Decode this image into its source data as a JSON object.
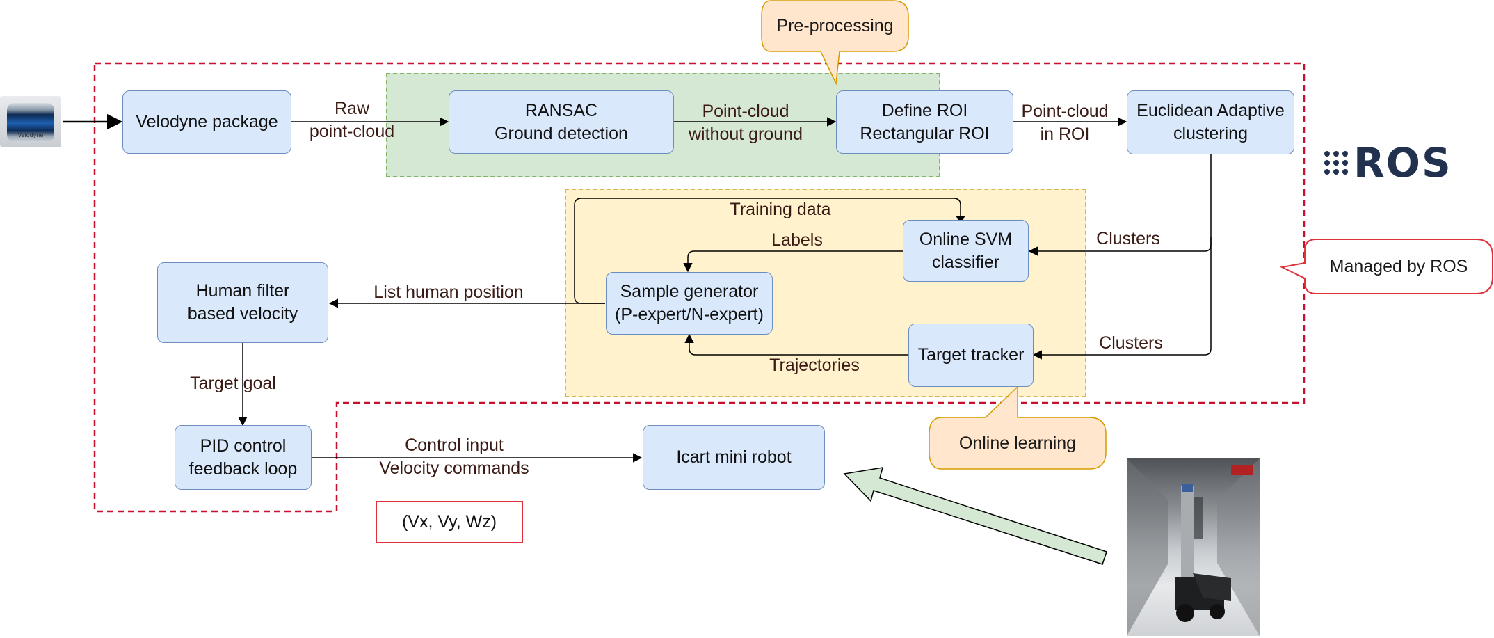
{
  "sensor": {
    "brand": "Velodyne"
  },
  "nodes": {
    "velodyne": [
      "Velodyne package"
    ],
    "ransac": [
      "RANSAC",
      "Ground detection"
    ],
    "roi": [
      "Define ROI",
      "Rectangular ROI"
    ],
    "euclid": [
      "Euclidean Adaptive",
      "clustering"
    ],
    "svm": [
      "Online SVM",
      "classifier"
    ],
    "sample": [
      "Sample generator",
      "(P-expert/N-expert)"
    ],
    "tracker": [
      "Target tracker"
    ],
    "human": [
      "Human filter",
      "based velocity"
    ],
    "pid": [
      "PID control",
      "feedback loop"
    ],
    "robot": [
      "Icart mini robot"
    ]
  },
  "edges": {
    "raw": [
      "Raw",
      "point-cloud"
    ],
    "noground": [
      "Point-cloud",
      "without ground"
    ],
    "inroi": [
      "Point-cloud",
      "in ROI"
    ],
    "training": [
      "Training data"
    ],
    "labels": [
      "Labels"
    ],
    "clusters_svm": [
      "Clusters"
    ],
    "clusters_tracker": [
      "Clusters"
    ],
    "list_human": [
      "List human position"
    ],
    "trajectories": [
      "Trajectories"
    ],
    "target_goal": [
      "Target goal"
    ],
    "control": [
      "Control input",
      "Velocity commands"
    ]
  },
  "callouts": {
    "preprocessing": "Pre-processing",
    "online_learning": "Online learning",
    "managed_by_ros": "Managed by ROS",
    "velocity_tuple": "(Vx, Vy, Wz)"
  },
  "logo": {
    "text": "ROS"
  },
  "colors": {
    "node_fill": "#dae8fc",
    "node_stroke": "#6c8ebf",
    "preprocess_fill": "#d5e8d4",
    "preprocess_stroke": "#82b366",
    "learning_fill": "#fff2cc",
    "learning_stroke": "#d6b656",
    "callout_fill": "#ffe6cc",
    "callout_stroke": "#d79b00",
    "ros_border": "#c8102e",
    "big_arrow_fill": "#d5e8d4"
  }
}
